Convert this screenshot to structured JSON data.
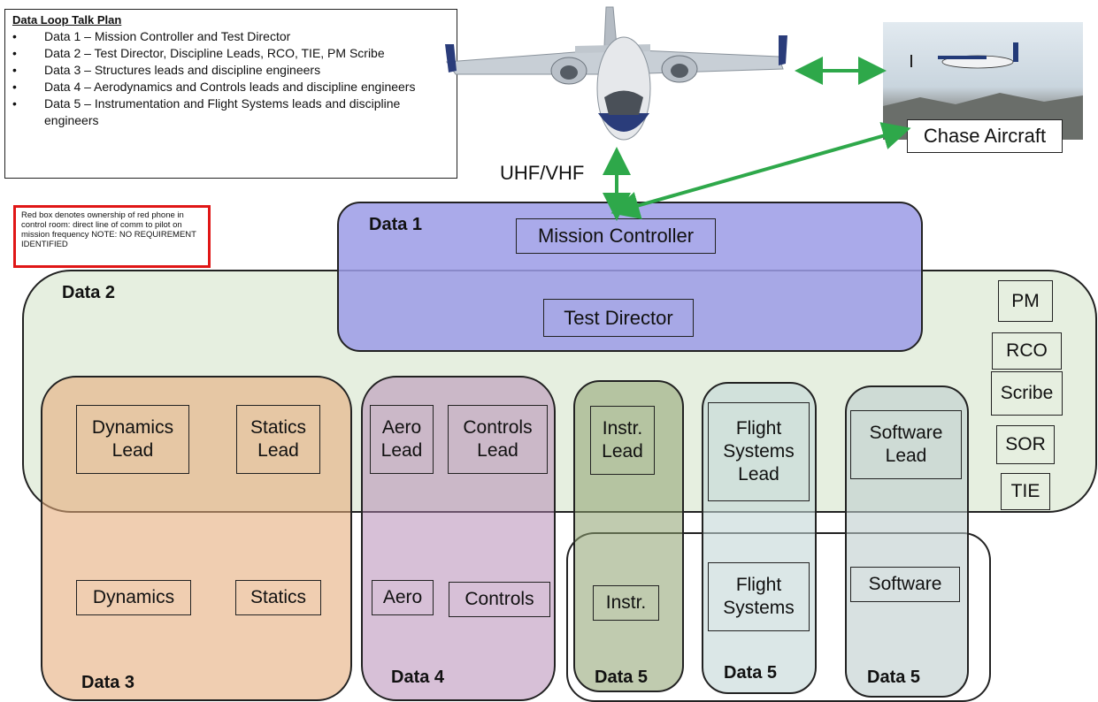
{
  "legend": {
    "title": "Data Loop Talk Plan",
    "items": [
      "Data 1 – Mission Controller and Test Director",
      "Data 2 – Test Director, Discipline Leads, RCO, TIE, PM Scribe",
      "Data 3 – Structures leads and discipline engineers",
      "Data 4 – Aerodynamics and Controls leads and discipline engineers",
      "Data 5 – Instrumentation and Flight Systems leads and discipline engineers"
    ]
  },
  "red_note": "Red box denotes ownership of red phone in control room: direct line of comm to pilot on mission frequency NOTE:  NO REQUIREMENT IDENTIFIED",
  "chase_label": "Chase Aircraft",
  "uhf_label": "UHF/VHF",
  "data1": {
    "label": "Data 1",
    "mission_controller": "Mission Controller"
  },
  "data2": {
    "label": "Data 2",
    "test_director": "Test Director"
  },
  "side_roles": [
    "PM",
    "RCO",
    "Scribe",
    "SOR",
    "TIE"
  ],
  "data3": {
    "label": "Data 3",
    "dynamics_lead": "Dynamics Lead",
    "statics_lead": "Statics Lead",
    "dynamics": "Dynamics",
    "statics": "Statics"
  },
  "data4": {
    "label": "Data 4",
    "aero_lead": "Aero Lead",
    "controls_lead": "Controls Lead",
    "aero": "Aero",
    "controls": "Controls"
  },
  "data5_instr": {
    "label": "Data 5",
    "lead": "Instr. Lead",
    "member": "Instr."
  },
  "data5_flight": {
    "label": "Data 5",
    "lead": "Flight Systems Lead",
    "member": "Flight Systems"
  },
  "data5_software": {
    "label": "Data 5",
    "lead": "Software Lead",
    "member": "Software"
  },
  "colors": {
    "data1": "#a9a9e6",
    "data2": "#e6efe0",
    "data3": "#ebc4a6",
    "data4": "#cdb4cc",
    "data5_instr": "#b8c3a6",
    "data5_flight": "#d7e3e3",
    "data5_software": "#d3dfdc",
    "arrow": "#2ea84a",
    "red_box": "#e01616"
  }
}
